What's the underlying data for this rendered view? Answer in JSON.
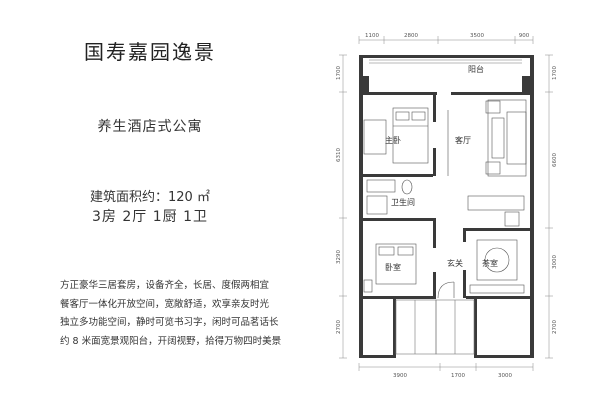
{
  "title": "国寿嘉园逸景",
  "subtitle": "养生酒店式公寓",
  "area_text": "建筑面积约：120 ㎡",
  "layout_text": "3房 2厅 1厨 1卫",
  "description": [
    "方正豪华三居套房，设备齐全，长居、度假两相宜",
    "餐客厅一体化开放空间，宽敞舒适，欢享亲友时光",
    "独立多功能空间，静时可览书习字，闲时可品茗话长",
    "约 8 米面宽景观阳台，开阔视野，拾得万物四时美景"
  ],
  "rooms": {
    "balcony": "阳台",
    "master_bedroom": "主卧",
    "living_room": "客厅",
    "bathroom": "卫生间",
    "bedroom": "卧室",
    "entrance": "玄关",
    "tea_room": "茶室"
  },
  "dimensions": {
    "top": [
      "1100",
      "2800",
      "3500",
      "900"
    ],
    "bottom": [
      "3900",
      "1700",
      "3000"
    ],
    "left": [
      "1700",
      "6310",
      "3290",
      "2700"
    ],
    "right": [
      "1700",
      "6600",
      "3000",
      "2700"
    ]
  }
}
